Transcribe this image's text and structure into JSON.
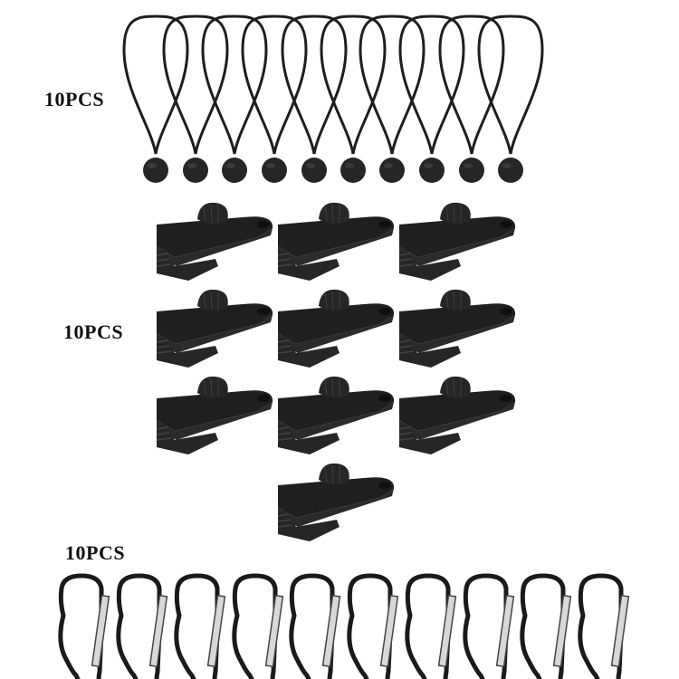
{
  "sections": [
    {
      "id": "bungee-balls",
      "label": "10PCS",
      "item": "ball bungee cord",
      "count": 10
    },
    {
      "id": "tarp-clips",
      "label": "10PCS",
      "item": "tarp clip",
      "count": 10
    },
    {
      "id": "carabiners",
      "label": "10PCS",
      "item": "carabiner",
      "count": 10
    }
  ],
  "colors": {
    "background": "#ffffff",
    "product": "#1e1e1e",
    "label": "#111111",
    "gate": "#d8d8d8"
  }
}
